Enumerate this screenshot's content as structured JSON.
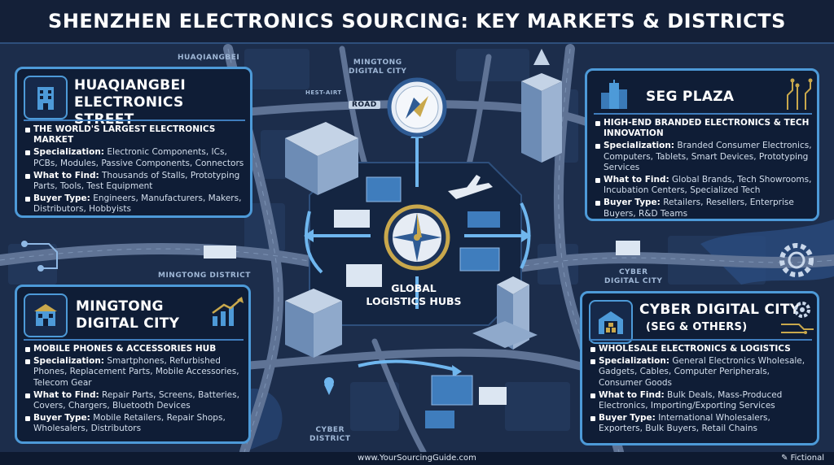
{
  "title": "SHENZHEN ELECTRONICS SOURCING: KEY MARKETS & DISTRICTS",
  "hub": {
    "label_line1": "GLOBAL",
    "label_line2": "LOGISTICS HUBS"
  },
  "map_labels": {
    "huaqiangbei": "HUAQIANGBEI",
    "mingtong_top_1": "MINGTONG",
    "mingtong_top_2": "DIGITAL CITY",
    "road": "ROAD",
    "hest_airt": "HEST-AIRT",
    "mingtong_district": "MINGTONG DISTRICT",
    "cyber_right_1": "CYBER",
    "cyber_right_2": "DIGITAL CITY",
    "cyber_bottom_1": "CYBER",
    "cyber_bottom_2": "DISTRICT"
  },
  "panels": [
    {
      "id": "huaqiangbei",
      "icon": "building-icon",
      "title_line1": "HUAQIANGBEI",
      "title_line2": "ELECTRONICS STREET",
      "headline": "THE WORLD'S LARGEST ELECTRONICS MARKET",
      "spec_label": "Specialization:",
      "spec_value": "Electronic Components, ICs, PCBs, Modules, Passive Components, Connectors",
      "find_label": "What to Find:",
      "find_value": "Thousands of Stalls, Prototyping Parts, Tools, Test Equipment",
      "buyer_label": "Buyer Type:",
      "buyer_value": "Engineers, Manufacturers, Makers, Distributors, Hobbyists"
    },
    {
      "id": "seg",
      "icon": "skyscraper-icon",
      "title_line1": "SEG PLAZA",
      "title_line2": "",
      "headline": "HIGH-END BRANDED ELECTRONICS & TECH INNOVATION",
      "spec_label": "Specialization:",
      "spec_value": "Branded Consumer Electronics, Computers, Tablets, Smart Devices, Prototyping Services",
      "find_label": "What to Find:",
      "find_value": "Global Brands, Tech Showrooms, Incubation Centers, Specialized Tech",
      "buyer_label": "Buyer Type:",
      "buyer_value": "Retailers, Resellers, Enterprise Buyers, R&D Teams"
    },
    {
      "id": "mingtong",
      "icon": "storefront-icon",
      "title_line1": "MINGTONG",
      "title_line2": "DIGITAL CITY",
      "headline": "MOBILE PHONES & ACCESSORIES HUB",
      "spec_label": "Specialization:",
      "spec_value": "Smartphones, Refurbished Phones, Replacement Parts, Mobile Accessories, Telecom Gear",
      "find_label": "What to Find:",
      "find_value": "Repair Parts, Screens, Batteries, Covers, Chargers, Bluetooth Devices",
      "buyer_label": "Buyer Type:",
      "buyer_value": "Mobile Retailers, Repair Shops, Wholesalers, Distributors"
    },
    {
      "id": "cyber",
      "icon": "warehouse-icon",
      "title_line1": "CYBER DIGITAL CITY",
      "title_line2": "(SEG & OTHERS)",
      "headline": "WHOLESALE ELECTRONICS & LOGISTICS",
      "spec_label": "Specialization:",
      "spec_value": "General Electronics Wholesale, Gadgets, Cables, Computer Peripherals, Consumer Goods",
      "find_label": "What to Find:",
      "find_value": "Bulk Deals, Mass-Produced Electronics, Importing/Exporting Services",
      "buyer_label": "Buyer Type:",
      "buyer_value": "International Wholesalers, Exporters, Bulk Buyers, Retail Chains"
    }
  ],
  "footer": {
    "url": "www.YourSourcingGuide.com",
    "brand": "Fictional"
  },
  "colors": {
    "background": "#1a2a46",
    "panel": "#0f1d36",
    "accent": "#4d9ad8",
    "road": "#5f7395",
    "compass_gold": "#c9a84c"
  }
}
